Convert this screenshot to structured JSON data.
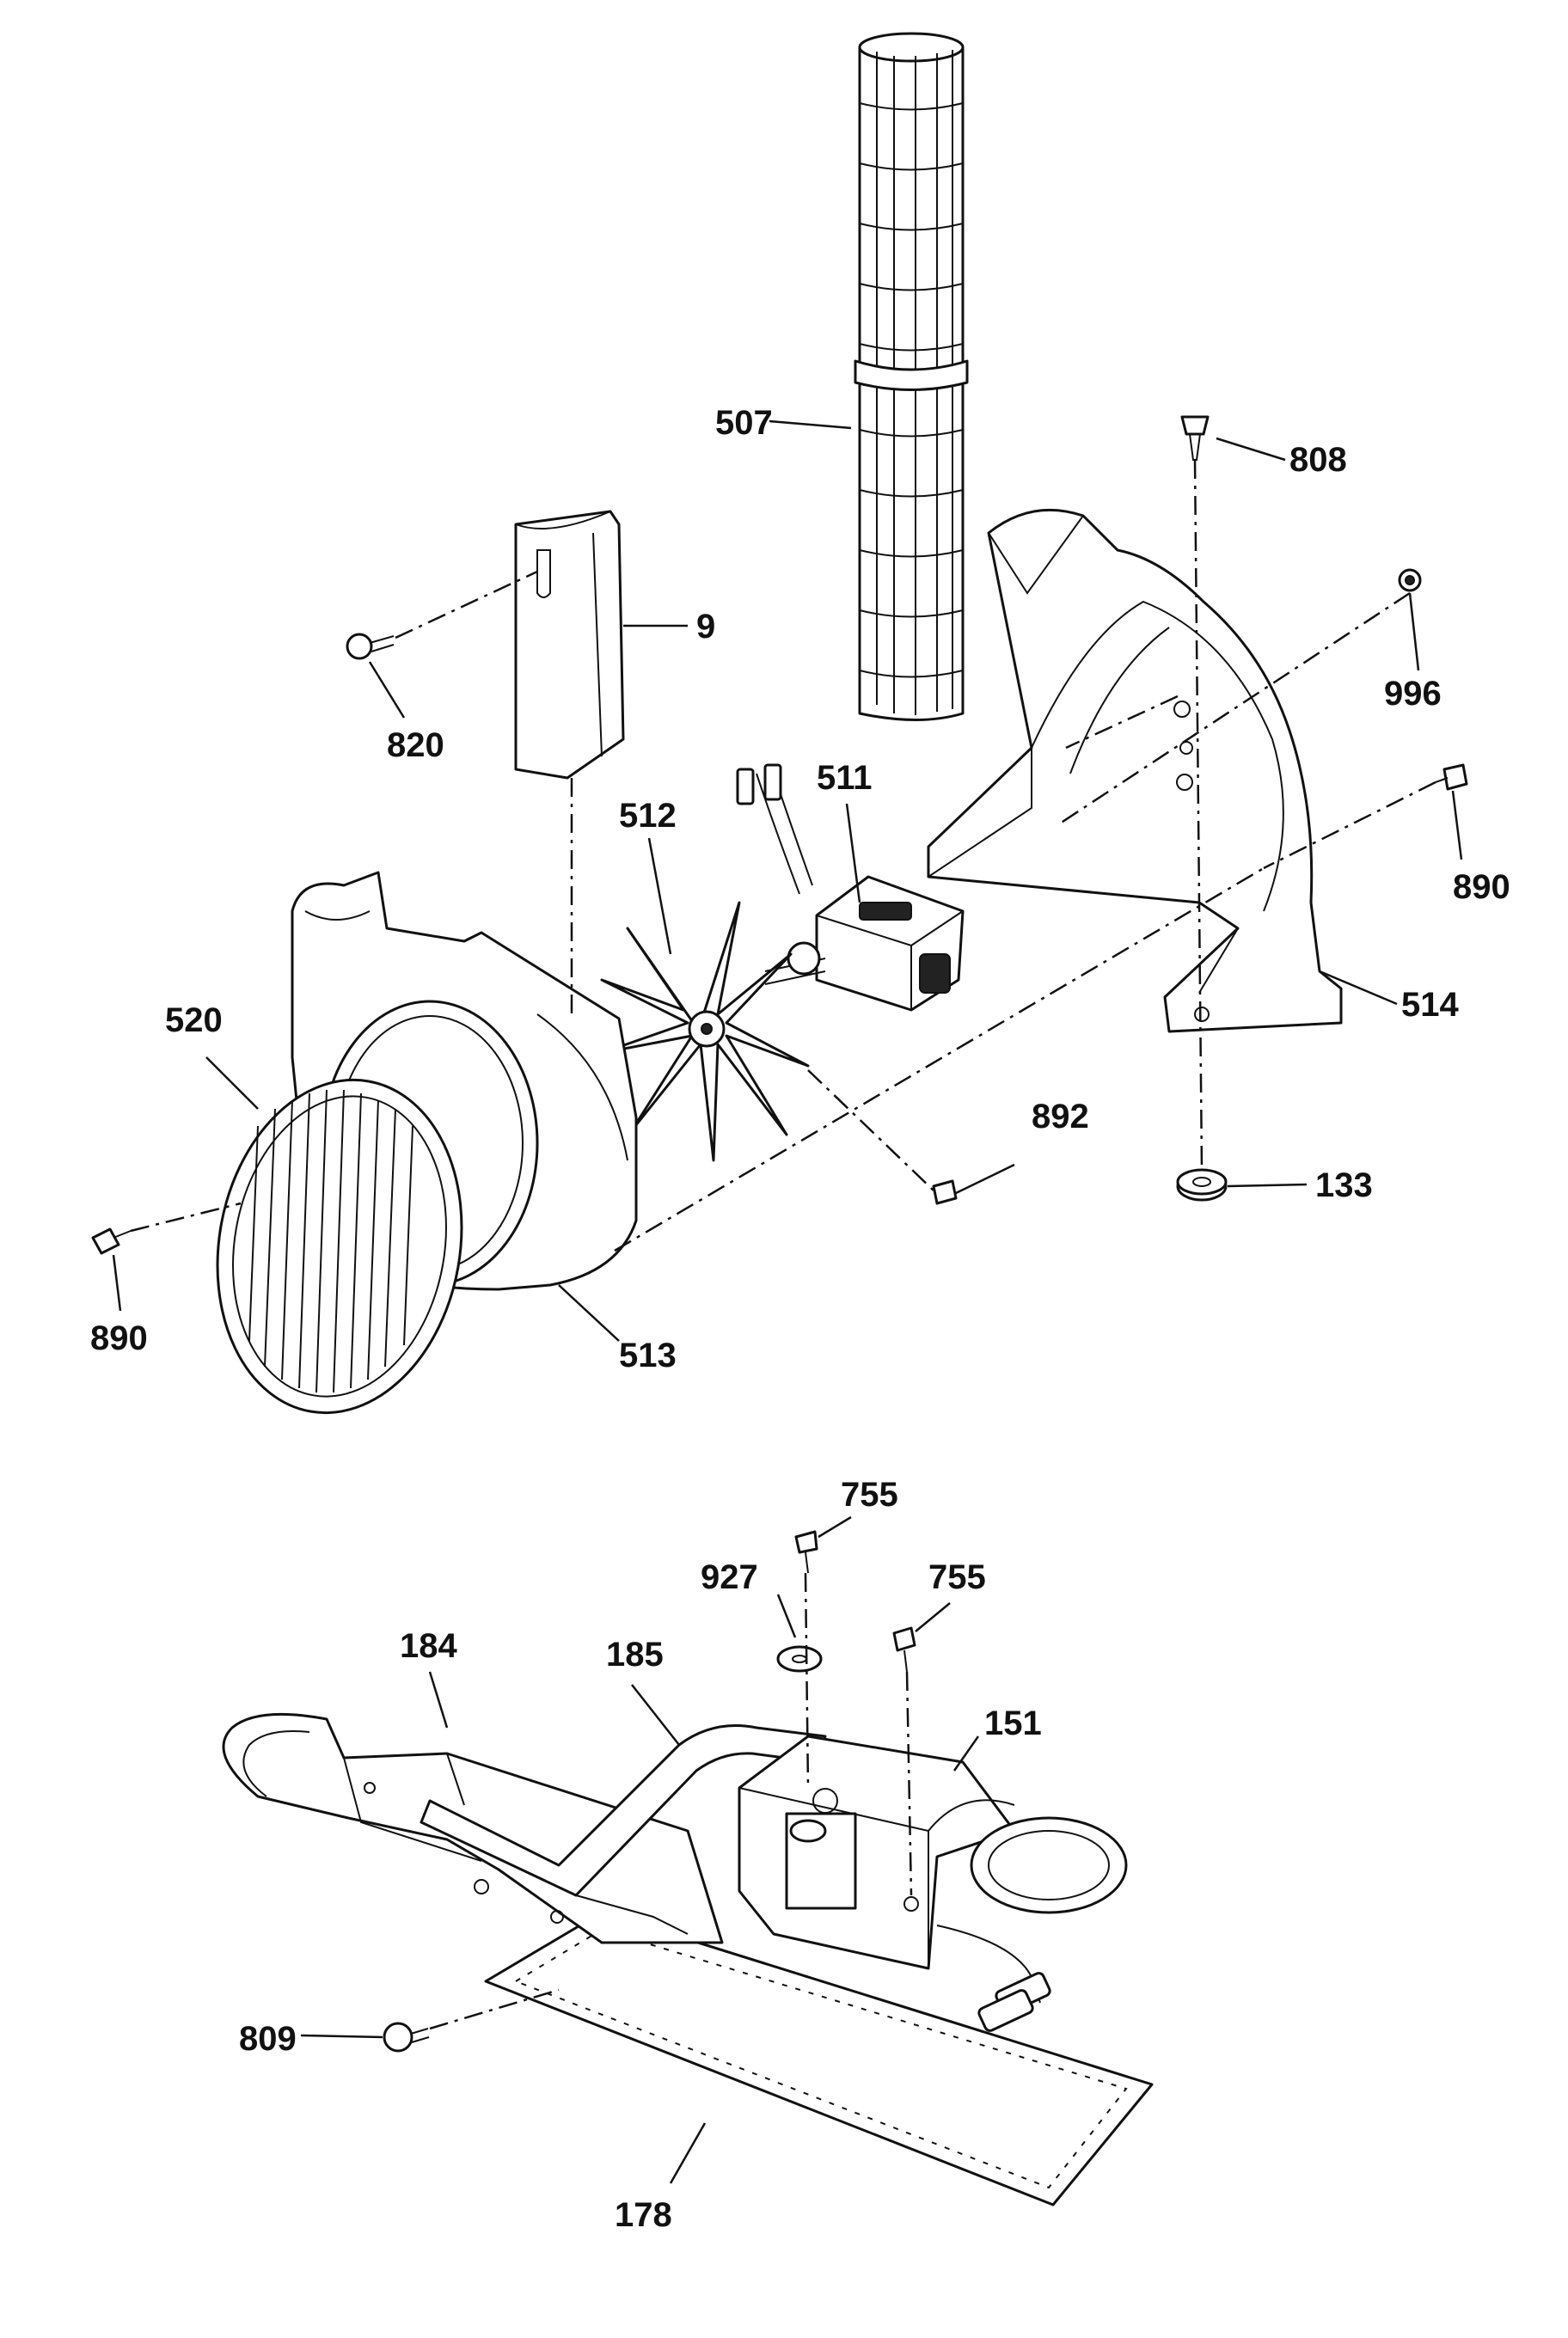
{
  "callouts": [
    {
      "id": "c507",
      "text": "507"
    },
    {
      "id": "c808",
      "text": "808"
    },
    {
      "id": "c9",
      "text": "9"
    },
    {
      "id": "c996",
      "text": "996"
    },
    {
      "id": "c820",
      "text": "820"
    },
    {
      "id": "c511",
      "text": "511"
    },
    {
      "id": "c512",
      "text": "512"
    },
    {
      "id": "c890a",
      "text": "890"
    },
    {
      "id": "c520",
      "text": "520"
    },
    {
      "id": "c514",
      "text": "514"
    },
    {
      "id": "c892",
      "text": "892"
    },
    {
      "id": "c133",
      "text": "133"
    },
    {
      "id": "c890b",
      "text": "890"
    },
    {
      "id": "c513",
      "text": "513"
    },
    {
      "id": "c755a",
      "text": "755"
    },
    {
      "id": "c927",
      "text": "927"
    },
    {
      "id": "c755b",
      "text": "755"
    },
    {
      "id": "c184",
      "text": "184"
    },
    {
      "id": "c185",
      "text": "185"
    },
    {
      "id": "c151",
      "text": "151"
    },
    {
      "id": "c809",
      "text": "809"
    },
    {
      "id": "c178",
      "text": "178"
    }
  ]
}
